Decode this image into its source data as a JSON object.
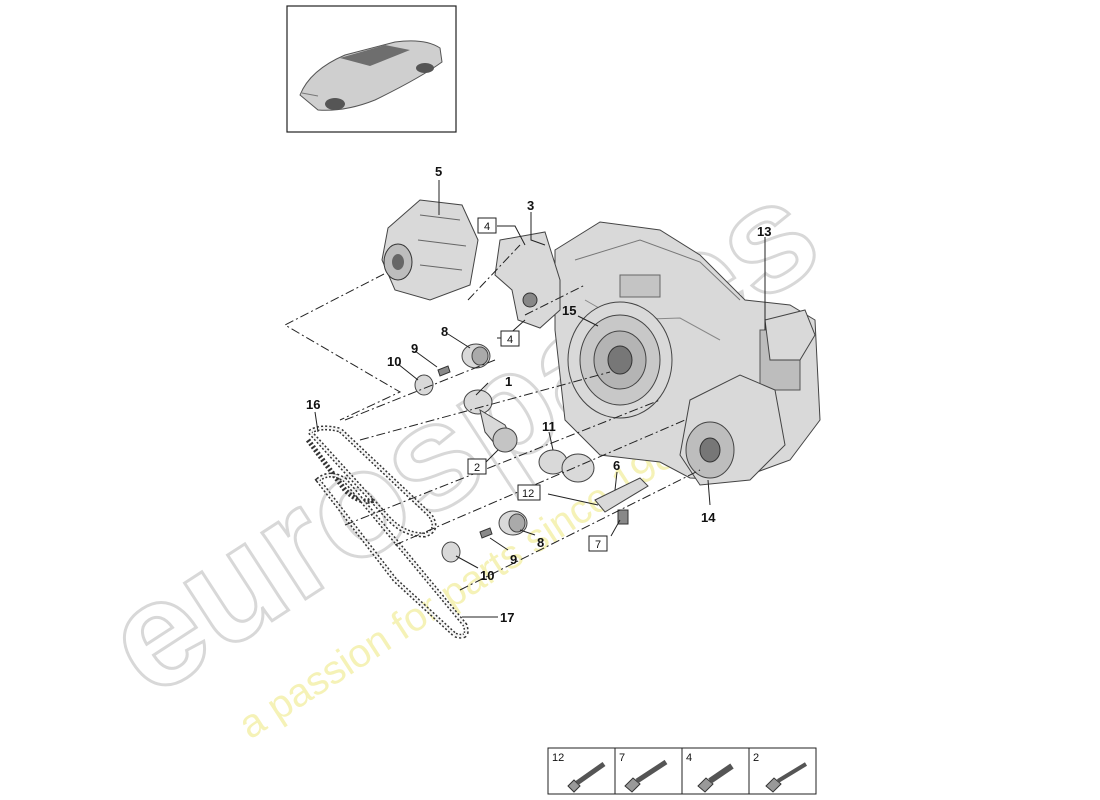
{
  "watermark": {
    "brand": "eurospares",
    "tagline": "a passion for parts since 1985"
  },
  "callouts": [
    {
      "id": "1",
      "label": "1"
    },
    {
      "id": "3",
      "label": "3"
    },
    {
      "id": "5",
      "label": "5"
    },
    {
      "id": "6",
      "label": "6"
    },
    {
      "id": "8a",
      "label": "8"
    },
    {
      "id": "8b",
      "label": "8"
    },
    {
      "id": "9a",
      "label": "9"
    },
    {
      "id": "9b",
      "label": "9"
    },
    {
      "id": "10a",
      "label": "10"
    },
    {
      "id": "10b",
      "label": "10"
    },
    {
      "id": "11",
      "label": "11"
    },
    {
      "id": "13",
      "label": "13"
    },
    {
      "id": "14",
      "label": "14"
    },
    {
      "id": "15",
      "label": "15"
    },
    {
      "id": "16",
      "label": "16"
    },
    {
      "id": "17",
      "label": "17"
    }
  ],
  "boxed_refs": [
    {
      "id": "4a",
      "label": "4"
    },
    {
      "id": "4b",
      "label": "4"
    },
    {
      "id": "2",
      "label": "2"
    },
    {
      "id": "12",
      "label": "12"
    },
    {
      "id": "7",
      "label": "7"
    }
  ],
  "fastener_legend": [
    {
      "label": "12"
    },
    {
      "label": "7"
    },
    {
      "label": "4"
    },
    {
      "label": "2"
    }
  ]
}
